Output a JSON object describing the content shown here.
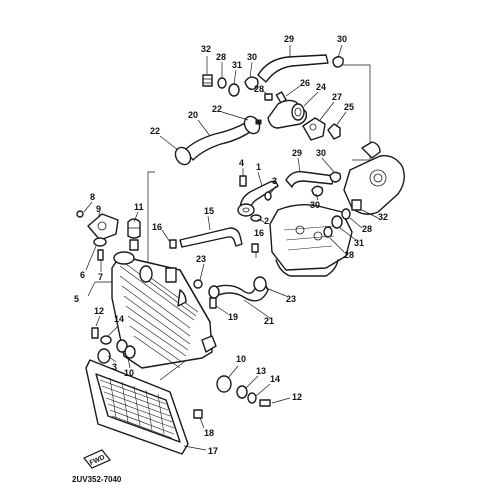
{
  "diagram": {
    "part_code": "2UV352-7040",
    "forward_label": "FWD",
    "callouts": [
      {
        "id": "c32a",
        "label": "32"
      },
      {
        "id": "c28a",
        "label": "28"
      },
      {
        "id": "c30a",
        "label": "30"
      },
      {
        "id": "c31a",
        "label": "31"
      },
      {
        "id": "c29a",
        "label": "29"
      },
      {
        "id": "c30b",
        "label": "30"
      },
      {
        "id": "c28b",
        "label": "28"
      },
      {
        "id": "c26",
        "label": "26"
      },
      {
        "id": "c24",
        "label": "24"
      },
      {
        "id": "c27",
        "label": "27"
      },
      {
        "id": "c25",
        "label": "25"
      },
      {
        "id": "c22a",
        "label": "22"
      },
      {
        "id": "c20",
        "label": "20"
      },
      {
        "id": "c22b",
        "label": "22"
      },
      {
        "id": "c4",
        "label": "4"
      },
      {
        "id": "c1",
        "label": "1"
      },
      {
        "id": "c29b",
        "label": "29"
      },
      {
        "id": "c30c",
        "label": "30"
      },
      {
        "id": "c3",
        "label": "3"
      },
      {
        "id": "c30d",
        "label": "30"
      },
      {
        "id": "c8",
        "label": "8"
      },
      {
        "id": "c9",
        "label": "9"
      },
      {
        "id": "c11",
        "label": "11"
      },
      {
        "id": "c15",
        "label": "15"
      },
      {
        "id": "c2",
        "label": "2"
      },
      {
        "id": "c32b",
        "label": "32"
      },
      {
        "id": "c28c",
        "label": "28"
      },
      {
        "id": "c16a",
        "label": "16"
      },
      {
        "id": "c16b",
        "label": "16"
      },
      {
        "id": "c31b",
        "label": "31"
      },
      {
        "id": "c28d",
        "label": "28"
      },
      {
        "id": "c6",
        "label": "6"
      },
      {
        "id": "c7",
        "label": "7"
      },
      {
        "id": "c23a",
        "label": "23"
      },
      {
        "id": "c5",
        "label": "5"
      },
      {
        "id": "c23b",
        "label": "23"
      },
      {
        "id": "c12a",
        "label": "12"
      },
      {
        "id": "c14a",
        "label": "14"
      },
      {
        "id": "c19",
        "label": "19"
      },
      {
        "id": "c21",
        "label": "21"
      },
      {
        "id": "c3b",
        "label": "3"
      },
      {
        "id": "c10a",
        "label": "10"
      },
      {
        "id": "c10b",
        "label": "10"
      },
      {
        "id": "c13",
        "label": "13"
      },
      {
        "id": "c14b",
        "label": "14"
      },
      {
        "id": "c12b",
        "label": "12"
      },
      {
        "id": "c18",
        "label": "18"
      },
      {
        "id": "c17",
        "label": "17"
      }
    ]
  }
}
